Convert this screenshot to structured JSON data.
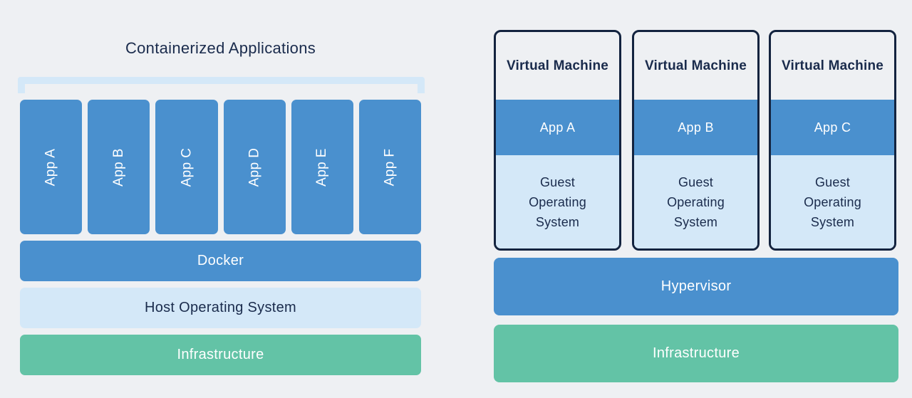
{
  "colors": {
    "background": "#EEF0F3",
    "blue": "#4A90CE",
    "light_blue": "#D4E8F8",
    "green": "#63C3A6",
    "navy": "#1A2B4C",
    "vm_border": "#13233F"
  },
  "left": {
    "title": "Containerized Applications",
    "apps": [
      "App A",
      "App B",
      "App C",
      "App D",
      "App E",
      "App F"
    ],
    "layers": {
      "docker": "Docker",
      "host_os": "Host Operating System",
      "infrastructure": "Infrastructure"
    }
  },
  "right": {
    "vms": [
      {
        "title": "Virtual Machine",
        "app": "App A",
        "guest_os": "Guest Operating System"
      },
      {
        "title": "Virtual Machine",
        "app": "App B",
        "guest_os": "Guest Operating System"
      },
      {
        "title": "Virtual Machine",
        "app": "App C",
        "guest_os": "Guest Operating System"
      }
    ],
    "layers": {
      "hypervisor": "Hypervisor",
      "infrastructure": "Infrastructure"
    }
  }
}
